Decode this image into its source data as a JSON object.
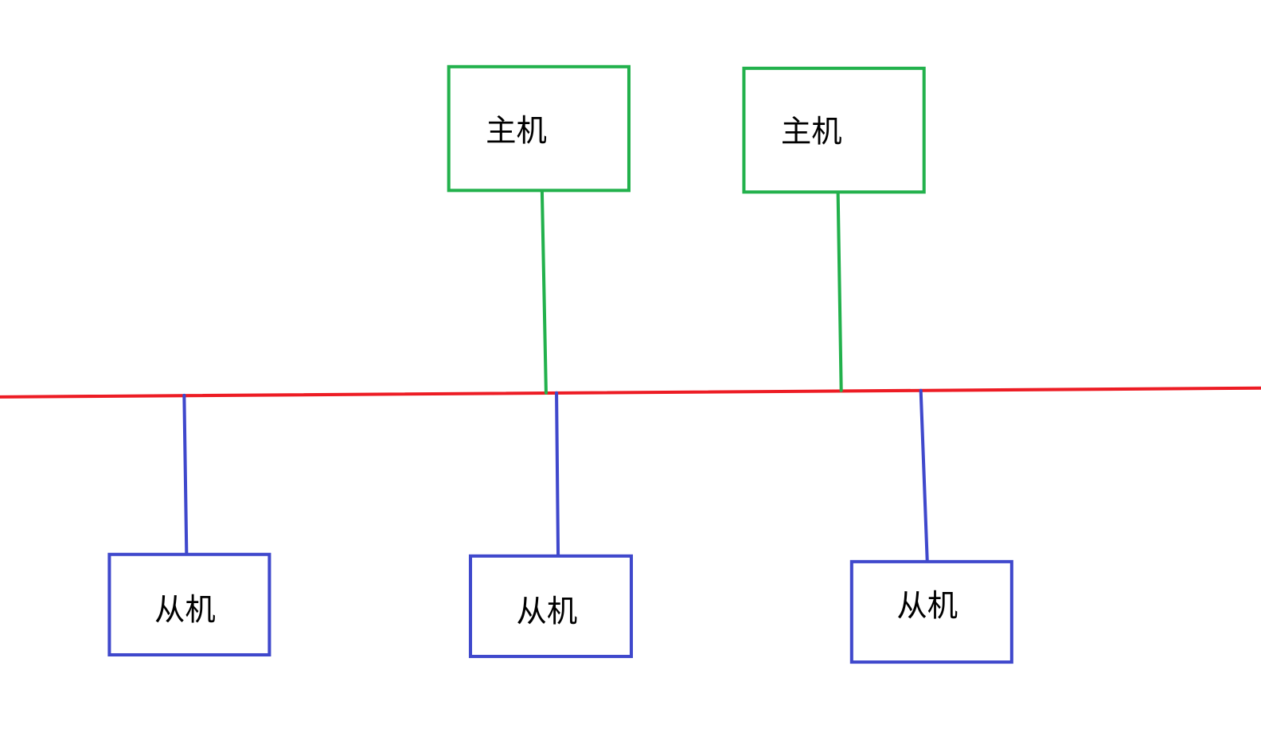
{
  "colors": {
    "bus": "#ed1c24",
    "master": "#22b14c",
    "slave": "#3f48cc",
    "background": "#ffffff"
  },
  "masters": [
    {
      "label": "主机"
    },
    {
      "label": "主机"
    }
  ],
  "slaves": [
    {
      "label": "从机"
    },
    {
      "label": "从机"
    },
    {
      "label": "从机"
    }
  ]
}
